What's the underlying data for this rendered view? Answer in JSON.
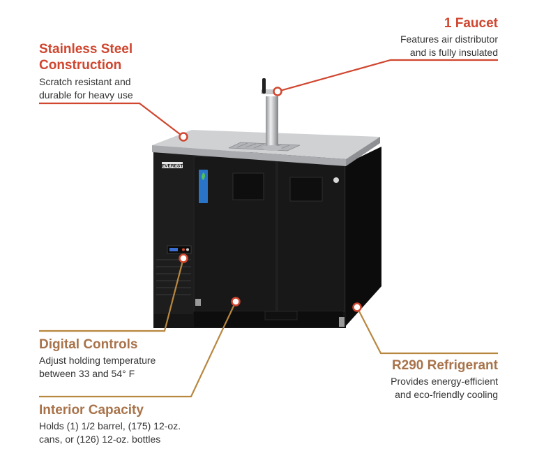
{
  "colors": {
    "accent_red": "#d0462f",
    "accent_brown": "#b8873f",
    "cabinet": "#141414",
    "steel": "#c7c9cb"
  },
  "callouts": {
    "steel": {
      "title_line1": "Stainless Steel",
      "title_line2": "Construction",
      "desc_line1": "Scratch resistant and",
      "desc_line2": "durable for heavy use"
    },
    "faucet": {
      "title": "1 Faucet",
      "desc_line1": "Features air distributor",
      "desc_line2": "and is fully insulated"
    },
    "digital": {
      "title": "Digital Controls",
      "desc_line1": "Adjust holding temperature",
      "desc_line2": "between 33 and 54° F"
    },
    "refrig": {
      "title": "R290 Refrigerant",
      "desc_line1": "Provides energy-efficient",
      "desc_line2": "and eco-friendly cooling"
    },
    "capacity": {
      "title": "Interior Capacity",
      "desc_line1": "Holds (1) 1/2 barrel, (175) 12-oz.",
      "desc_line2": "cans, or (126) 12-oz. bottles"
    }
  },
  "product": {
    "brand_badge": "EVEREST"
  }
}
